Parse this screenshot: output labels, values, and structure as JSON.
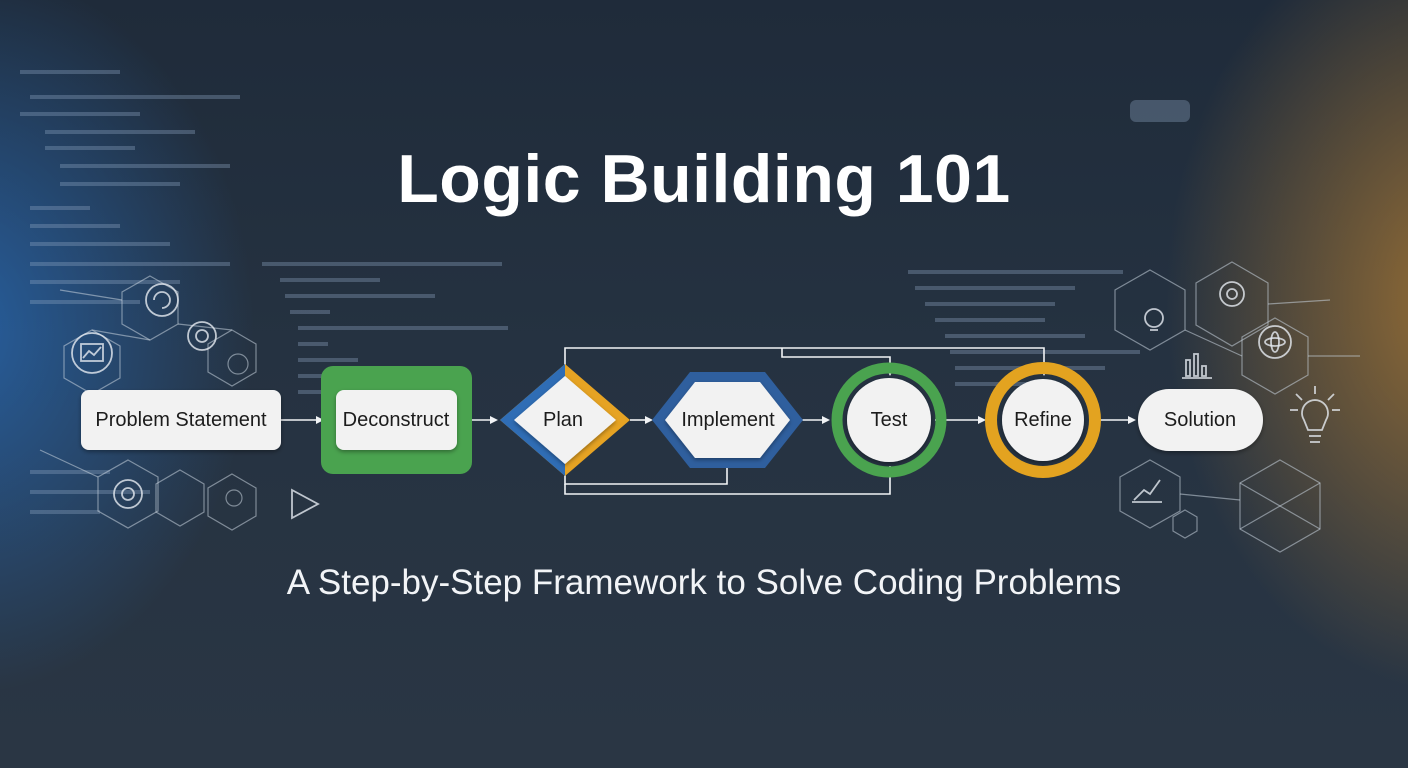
{
  "title": "Logic Building 101",
  "subtitle": "A Step-by-Step Framework to Solve Coding Problems",
  "steps": [
    {
      "label": "Problem Statement"
    },
    {
      "label": "Deconstruct",
      "accent": "#4aa34f"
    },
    {
      "label": "Plan",
      "accent": "#2f6db5",
      "accent2": "#e6a323"
    },
    {
      "label": "Implement",
      "accent": "#2f5f9e"
    },
    {
      "label": "Test",
      "accent": "#4aa34f"
    },
    {
      "label": "Refine",
      "accent": "#e3a320"
    },
    {
      "label": "Solution"
    }
  ],
  "icons": {
    "left": [
      "chart-icon",
      "refresh-icon",
      "gear-icon",
      "lightbulb-icon",
      "target-icon",
      "play-icon"
    ],
    "right": [
      "lightbulb-icon",
      "gear-icon",
      "atom-icon",
      "bar-chart-icon",
      "growth-chart-icon",
      "idea-bulb-icon"
    ]
  }
}
